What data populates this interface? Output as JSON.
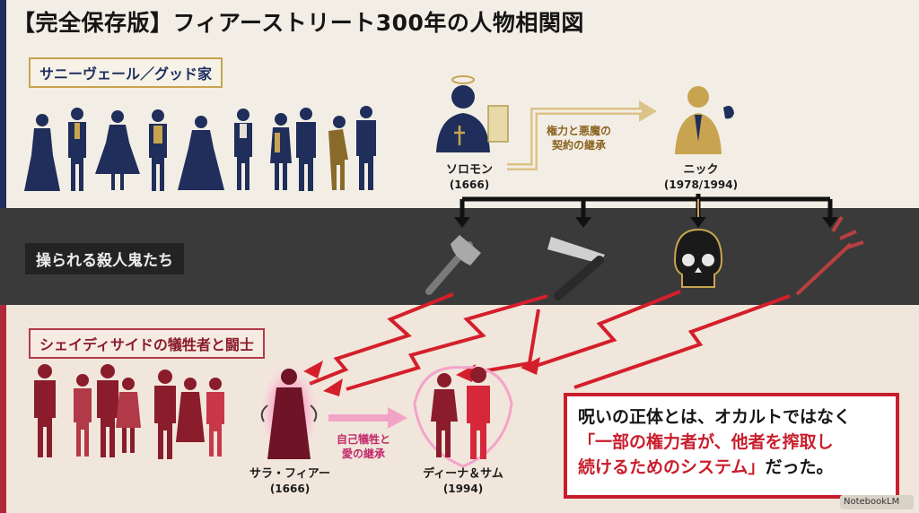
{
  "title": "【完全保存版】フィアーストリート300年の人物相関図",
  "sections": {
    "goode": "サニーヴェール／グッド家",
    "killers": "操られる殺人鬼たち",
    "shadyside": "シェイディサイドの犠牲者と闘士"
  },
  "characters": {
    "solomon": {
      "name": "ソロモン",
      "year": "(1666)"
    },
    "nick": {
      "name": "ニック",
      "year": "(1978/1994)"
    },
    "sarah": {
      "name": "サラ・フィアー",
      "year": "(1666)"
    },
    "deena_sam": {
      "name": "ディーナ＆サム",
      "year": "(1994)"
    }
  },
  "flows": {
    "contract": [
      "権力と悪魔の",
      "契約の継承"
    ],
    "sacrifice": [
      "自己犠牲と",
      "愛の継承"
    ]
  },
  "callout": {
    "line1": "呪いの正体とは、オカルトではなく",
    "line2": "「一部の権力者が、他者を搾取し",
    "line3_red": "続けるためのシステム」",
    "line3_black": "だった。"
  },
  "badge": "NotebookLM",
  "colors": {
    "navy": "#1f2e5a",
    "gold": "#c8a450",
    "red": "#c81e2c",
    "crimson": "#8a1c2b",
    "pink": "#f06aa8"
  },
  "icons": [
    "axe-icon",
    "razor-icon",
    "skull-icon",
    "pitchfork-icon",
    "halo-icon",
    "scroll-icon",
    "ok-hand-icon",
    "chain-icon",
    "heart-shield-icon"
  ]
}
